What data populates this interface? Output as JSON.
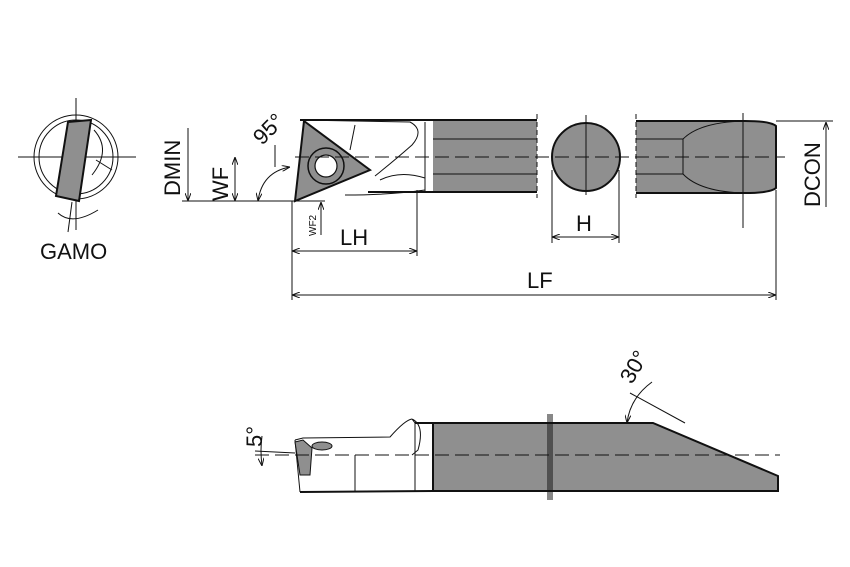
{
  "title": "Boring bar dimensional drawing",
  "labels": {
    "gamo": "GAMO",
    "dmin": "DMIN",
    "wf": "WF",
    "wf2": "WF2",
    "angle_95": "95°",
    "lh": "LH",
    "lf": "LF",
    "h": "H",
    "dcon": "DCON",
    "angle_30": "30°",
    "angle_5": "5°"
  },
  "colors": {
    "fill": "#8f8f8f",
    "line": "#111111"
  }
}
